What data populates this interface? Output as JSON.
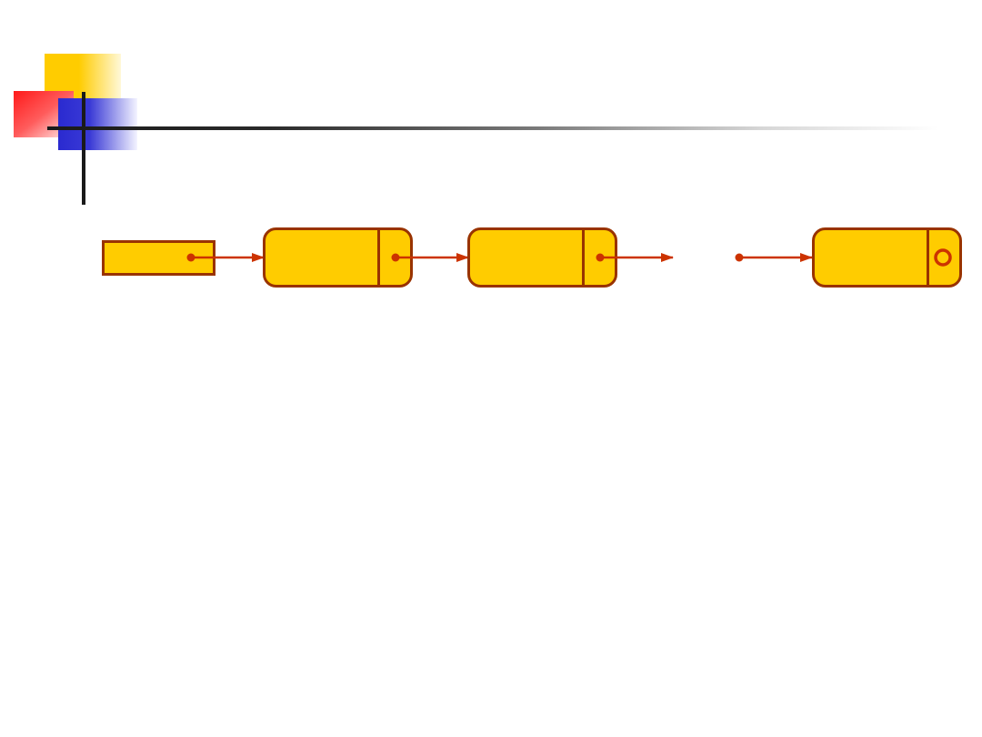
{
  "colors": {
    "node_fill": "#ffcc00",
    "node_stroke": "#993300",
    "pointer": "#cc3300",
    "accent_yellow": "#ffcc00",
    "accent_red": "#ff1a1a",
    "accent_blue": "#2a2ad0",
    "rule": "#1a1a1a"
  },
  "diagram": {
    "type": "singly-linked-list",
    "head": {
      "kind": "head-pointer"
    },
    "nodes": [
      {
        "kind": "node",
        "next": "pointer"
      },
      {
        "kind": "node",
        "next": "pointer"
      },
      {
        "kind": "node",
        "next": "null"
      }
    ],
    "gap_between": [
      2,
      3
    ]
  }
}
